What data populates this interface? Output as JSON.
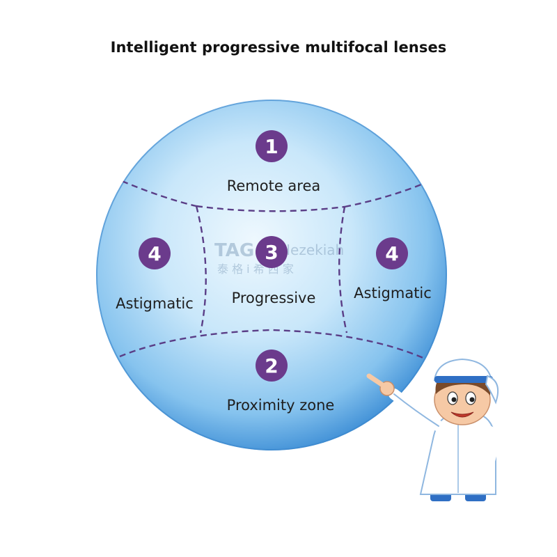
{
  "title": "Intelligent progressive multifocal lenses",
  "watermark": {
    "brand": "TAG",
    "name": "Hezekiah",
    "cn": "泰 格 i 希 西 家"
  },
  "zones": {
    "remote": {
      "number": "1",
      "label": "Remote area"
    },
    "proximity": {
      "number": "2",
      "label": "Proximity zone"
    },
    "progressive": {
      "number": "3",
      "label": "Progressive"
    },
    "astigmatic_left": {
      "number": "4",
      "label": "Astigmatic"
    },
    "astigmatic_right": {
      "number": "4",
      "label": "Astigmatic"
    }
  },
  "colors": {
    "lens_light": "#e6f4fd",
    "lens_mid": "#9fd2f3",
    "lens_dark": "#3f97db",
    "badge": "#6b3b8c",
    "dash": "#5a3d86"
  }
}
